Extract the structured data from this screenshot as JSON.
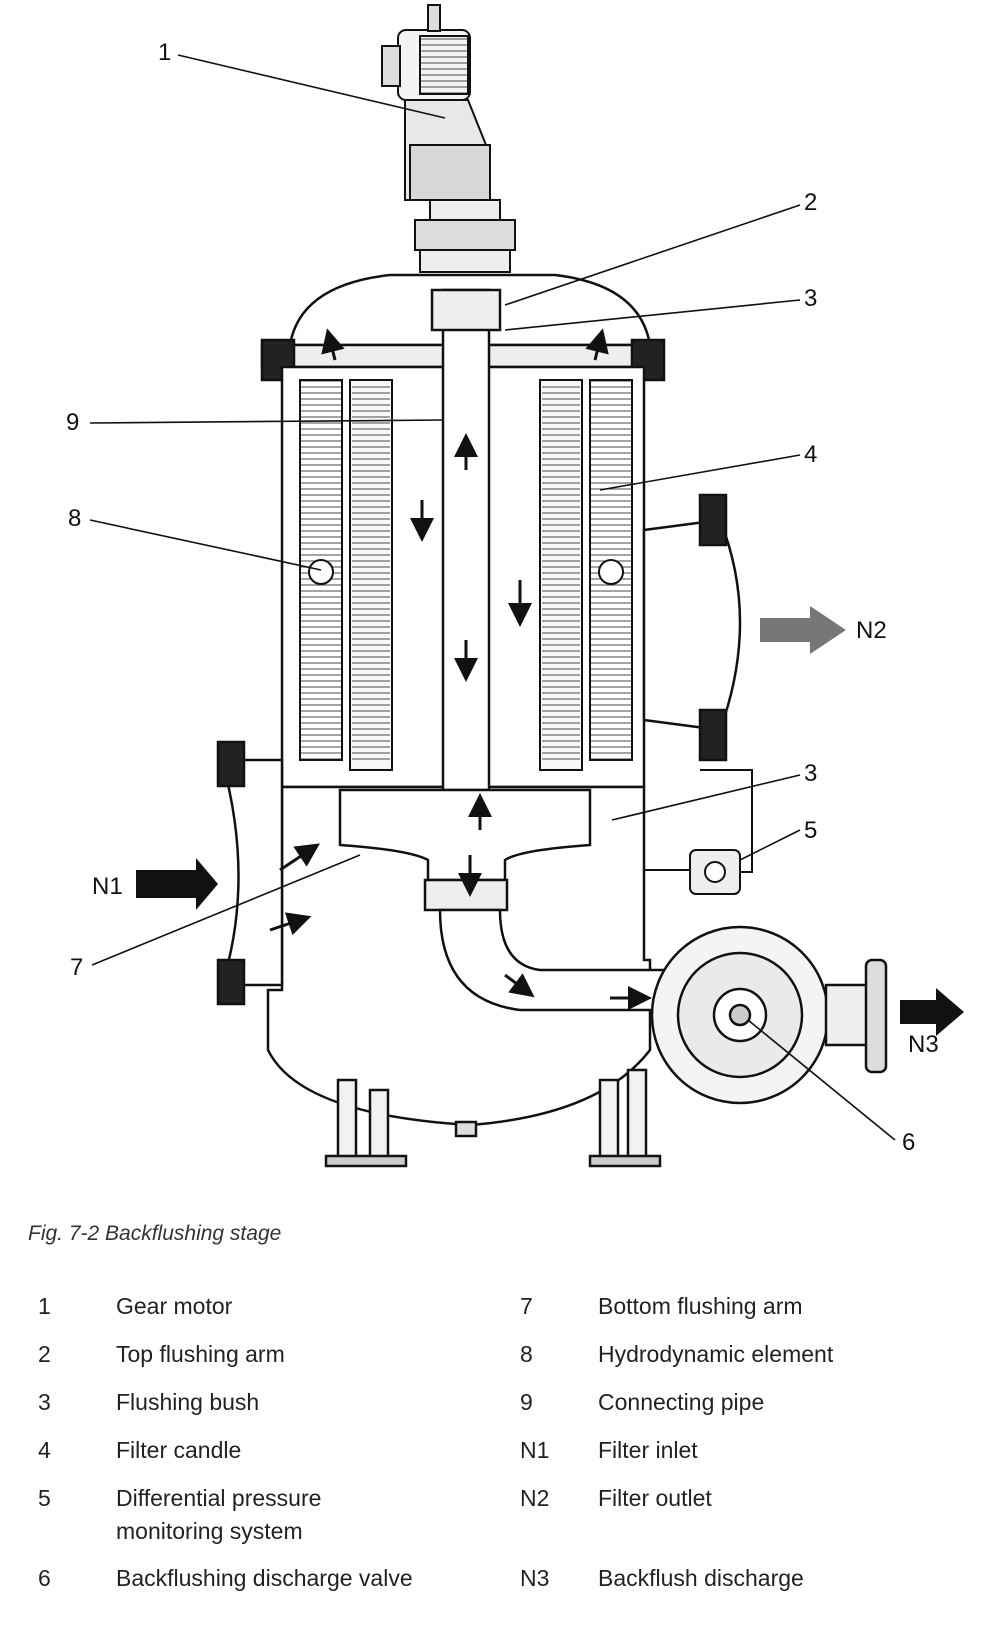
{
  "figure": {
    "caption": "Fig. 7-2 Backflushing stage",
    "callouts": {
      "c1": "1",
      "c2": "2",
      "c3a": "3",
      "c3b": "3",
      "c4": "4",
      "c5": "5",
      "c6": "6",
      "c7": "7",
      "c8": "8",
      "c9": "9",
      "n1": "N1",
      "n2": "N2",
      "n3": "N3"
    }
  },
  "legend": {
    "left": [
      {
        "key": "1",
        "label": "Gear motor"
      },
      {
        "key": "2",
        "label": "Top flushing arm"
      },
      {
        "key": "3",
        "label": "Flushing bush"
      },
      {
        "key": "4",
        "label": "Filter candle"
      },
      {
        "key": "5",
        "label": "Differential pressure monitoring system"
      },
      {
        "key": "6",
        "label": "Backflushing discharge valve"
      }
    ],
    "right": [
      {
        "key": "7",
        "label": "Bottom flushing arm"
      },
      {
        "key": "8",
        "label": "Hydrodynamic element"
      },
      {
        "key": "9",
        "label": "Connecting pipe"
      },
      {
        "key": "N1",
        "label": "Filter inlet"
      },
      {
        "key": "N2",
        "label": "Filter outlet"
      },
      {
        "key": "N3",
        "label": "Backflush discharge"
      }
    ]
  }
}
